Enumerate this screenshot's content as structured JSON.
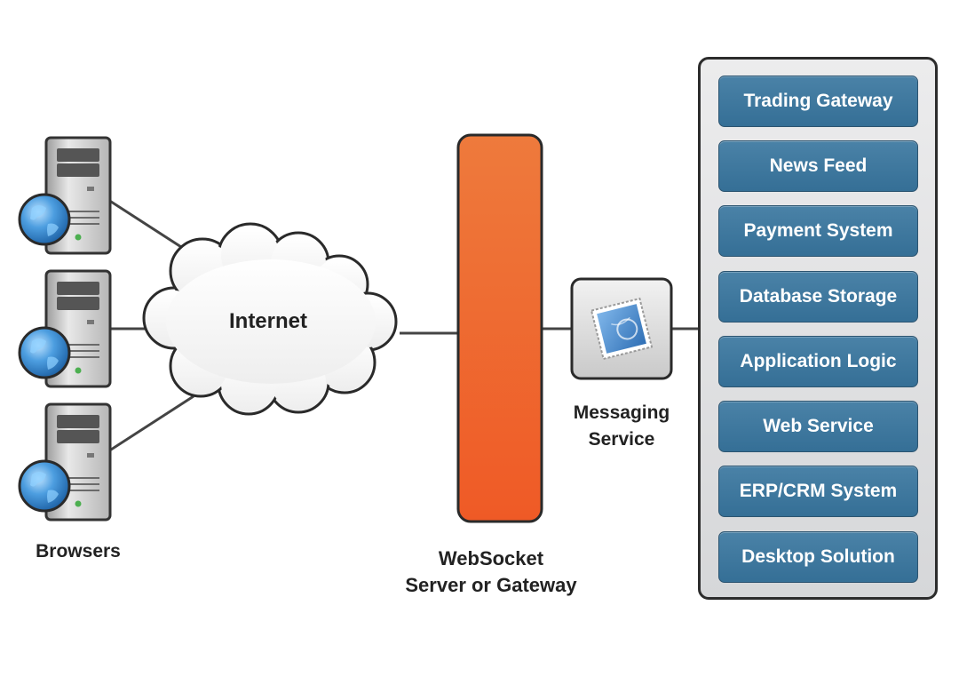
{
  "labels": {
    "browsers": "Browsers",
    "internet": "Internet",
    "websocket_line1": "WebSocket",
    "websocket_line2": "Server or Gateway",
    "messaging_line1": "Messaging",
    "messaging_line2": "Service"
  },
  "services": [
    "Trading Gateway",
    "News Feed",
    "Payment System",
    "Database Storage",
    "Application Logic",
    "Web Service",
    "ERP/CRM System",
    "Desktop Solution"
  ],
  "colors": {
    "gateway_top": "#ee7a3c",
    "gateway_bottom": "#ef5a26",
    "service_button": "#3c78a0",
    "panel_background": "#e2e3e5",
    "globe": "#3d8fd6"
  },
  "icons": {
    "browser": "server-tower-icon",
    "globe": "globe-icon",
    "internet": "cloud-icon",
    "messaging": "postage-stamp-icon"
  }
}
